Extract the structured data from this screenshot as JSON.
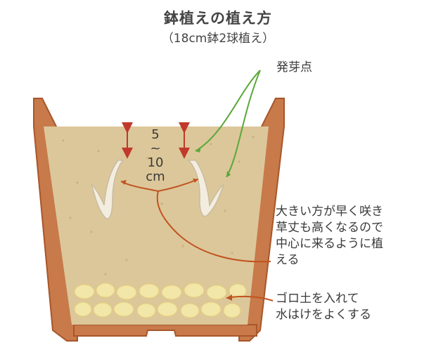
{
  "title": "鉢植えの植え方",
  "subtitle": "（18cm鉢2球植え）",
  "labels": {
    "bud": "発芽点",
    "center_line1": "大きい方が早く咲き",
    "center_line2": "草丈も高くなるので",
    "center_line3": "中心に来るように植",
    "center_line4": "える",
    "gravel_line1": "ゴロ土を入れて",
    "gravel_line2": "水はけをよくする"
  },
  "depth": {
    "value": "5",
    "tilde": "~",
    "value2": "10",
    "unit": "cm"
  },
  "colors": {
    "pot": "#c87a4a",
    "pot_outline": "#a8562a",
    "soil": "#dcc79a",
    "gravel": "#f2e6a8",
    "depth_arrow": "#c0392b",
    "bud_arrow": "#5aa83a",
    "pointer_line": "#c0541f"
  }
}
